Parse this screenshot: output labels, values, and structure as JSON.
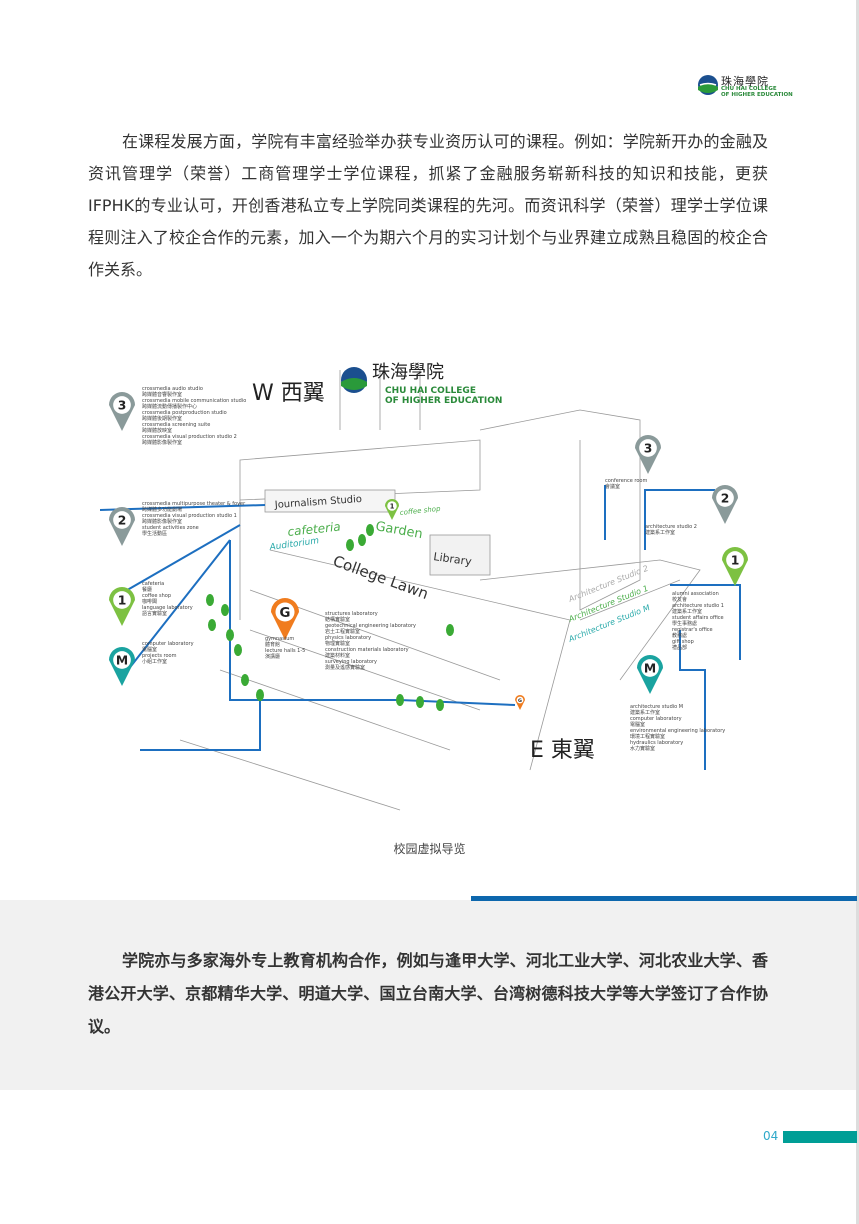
{
  "header": {
    "logo": {
      "cn": "珠海學院",
      "en_line1": "CHU HAI COLLEGE",
      "en_line2": "OF HIGHER EDUCATION"
    }
  },
  "paragraph1": "在课程发展方面，学院有丰富经验举办获专业资历认可的课程。例如：学院新开办的金融及资讯管理学（荣誉）工商管理学士学位课程，抓紧了金融服务崭新科技的知识和技能，更获IFPHK的专业认可，开创香港私立专上学院同类课程的先河。而资讯科学（荣誉）理学士学位课程则注入了校企合作的元素，加入一个为期六个月的实习计划个与业界建立成熟且稳固的校企合作关系。",
  "map": {
    "logo_cn": "珠海學院",
    "logo_en1": "CHU HAI COLLEGE",
    "logo_en2": "OF HIGHER EDUCATION",
    "west": "W 西翼",
    "east": "E 東翼",
    "places": {
      "journalism": "Journalism Studio",
      "cafeteria": "cafeteria",
      "auditorium": "Auditorium",
      "garden": "Garden",
      "coffee": "coffee shop",
      "library": "Library",
      "lawn": "College Lawn",
      "arch2": "Architecture Studio 2",
      "arch1": "Architecture Studio 1",
      "archm": "Architecture Studio M"
    },
    "west_pins": [
      {
        "label": "3",
        "color": "#8a9a9a",
        "items": [
          "crossmedia audio studio",
          "跨媒體音響製作室",
          "crossmedia mobile communication studio",
          "跨媒體流動傳播製作中心",
          "crossmedia postproduction studio",
          "跨媒體後期製作室",
          "crossmedia screening suite",
          "跨媒體放映室",
          "crossmedia visual production studio 2",
          "跨媒體影像製作室"
        ]
      },
      {
        "label": "2",
        "color": "#8a9a9a",
        "items": [
          "crossmedia multipurpose theater & foyer",
          "跨媒體多功能劇場",
          "crossmedia visual production studio 1",
          "跨媒體影像製作室",
          "student activities zone",
          "學生活動區"
        ]
      },
      {
        "label": "1",
        "color": "#7dc142",
        "items": [
          "cafeteria",
          "餐廳",
          "coffee shop",
          "咖啡閣",
          "language laboratory",
          "語言實驗室"
        ]
      },
      {
        "label": "M",
        "color": "#1aa3a0",
        "items": [
          "computer laboratory",
          "電腦室",
          "projects room",
          "小組工作室"
        ]
      }
    ],
    "center_pin": {
      "label": "G",
      "color": "#f07c1e",
      "items": [
        "gymnasium",
        "體育館",
        "lecture halls 1-5",
        "演講廳"
      ],
      "labs": [
        "structures laboratory",
        "結構實驗室",
        "geotechnical engineering laboratory",
        "岩土工程實驗室",
        "physics laboratory",
        "物理實驗室",
        "construction materials laboratory",
        "建築材料室",
        "surveying laboratory",
        "測量及遙感實驗室"
      ]
    },
    "east_pins": [
      {
        "label": "3",
        "color": "#8a9a9a",
        "items": [
          "conference room",
          "會議室"
        ]
      },
      {
        "label": "2",
        "color": "#8a9a9a",
        "items": [
          "architecture studio 2",
          "建築系工作室"
        ]
      },
      {
        "label": "1",
        "color": "#7dc142",
        "items": [
          "alumni association",
          "校友會",
          "architecture studio 1",
          "建築系工作室",
          "student affairs office",
          "學生事務處",
          "registrar's office",
          "教務處",
          "gift shop",
          "禮品部"
        ]
      },
      {
        "label": "M",
        "color": "#1aa3a0",
        "items": [
          "architecture studio M",
          "建築系工作室",
          "computer laboratory",
          "電腦室",
          "environmental engineering laboratory",
          "環境工程實驗室",
          "hydraulics laboratory",
          "水力實驗室"
        ]
      }
    ]
  },
  "caption": "校园虚拟导览",
  "paragraph2": "学院亦与多家海外专上教育机构合作，例如与逢甲大学、河北工业大学、河北农业大学、香港公开大学、京都精华大学、明道大学、国立台南大学、台湾树德科技大学等大学签订了合作协议。",
  "footer": {
    "page_number": "04"
  },
  "colors": {
    "blue": "#0d67ad",
    "teal": "#009e96",
    "page_num": "#2fa9c9",
    "band": "#f1f1f1"
  }
}
